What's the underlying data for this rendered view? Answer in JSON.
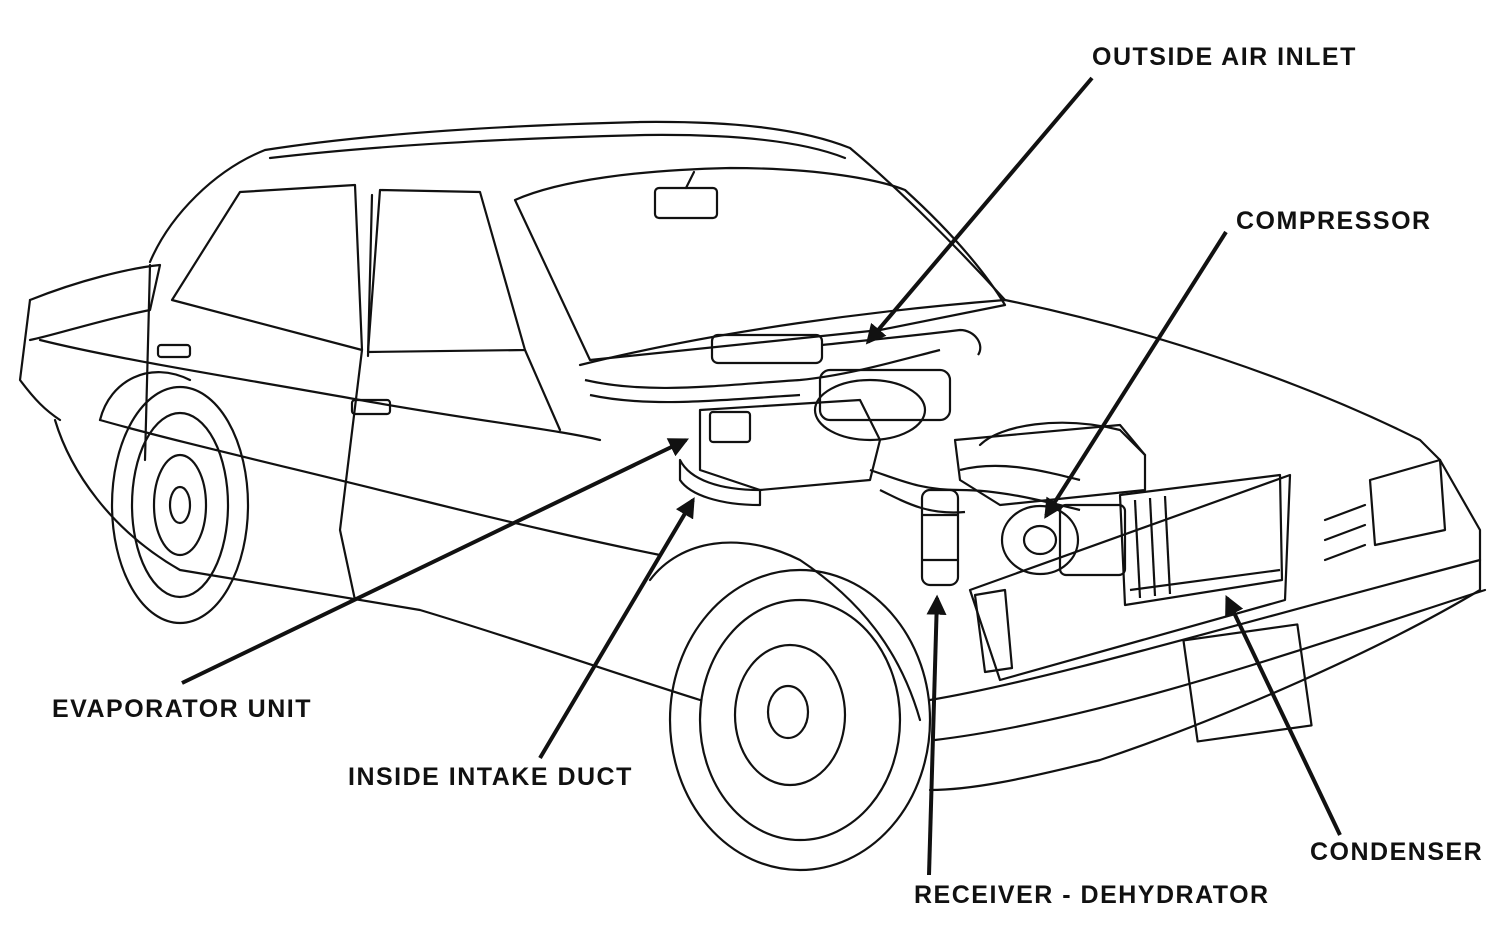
{
  "diagram": {
    "type": "automotive air conditioning component layout",
    "labels": {
      "outside_air_inlet": "OUTSIDE AIR INLET",
      "compressor": "COMPRESSOR",
      "evaporator_unit": "EVAPORATOR UNIT",
      "inside_intake_duct": "INSIDE INTAKE DUCT",
      "condenser": "CONDENSER",
      "receiver_dehydrator": "RECEIVER - DEHYDRATOR"
    },
    "colors": {
      "line": "#111111",
      "background": "#ffffff"
    }
  }
}
